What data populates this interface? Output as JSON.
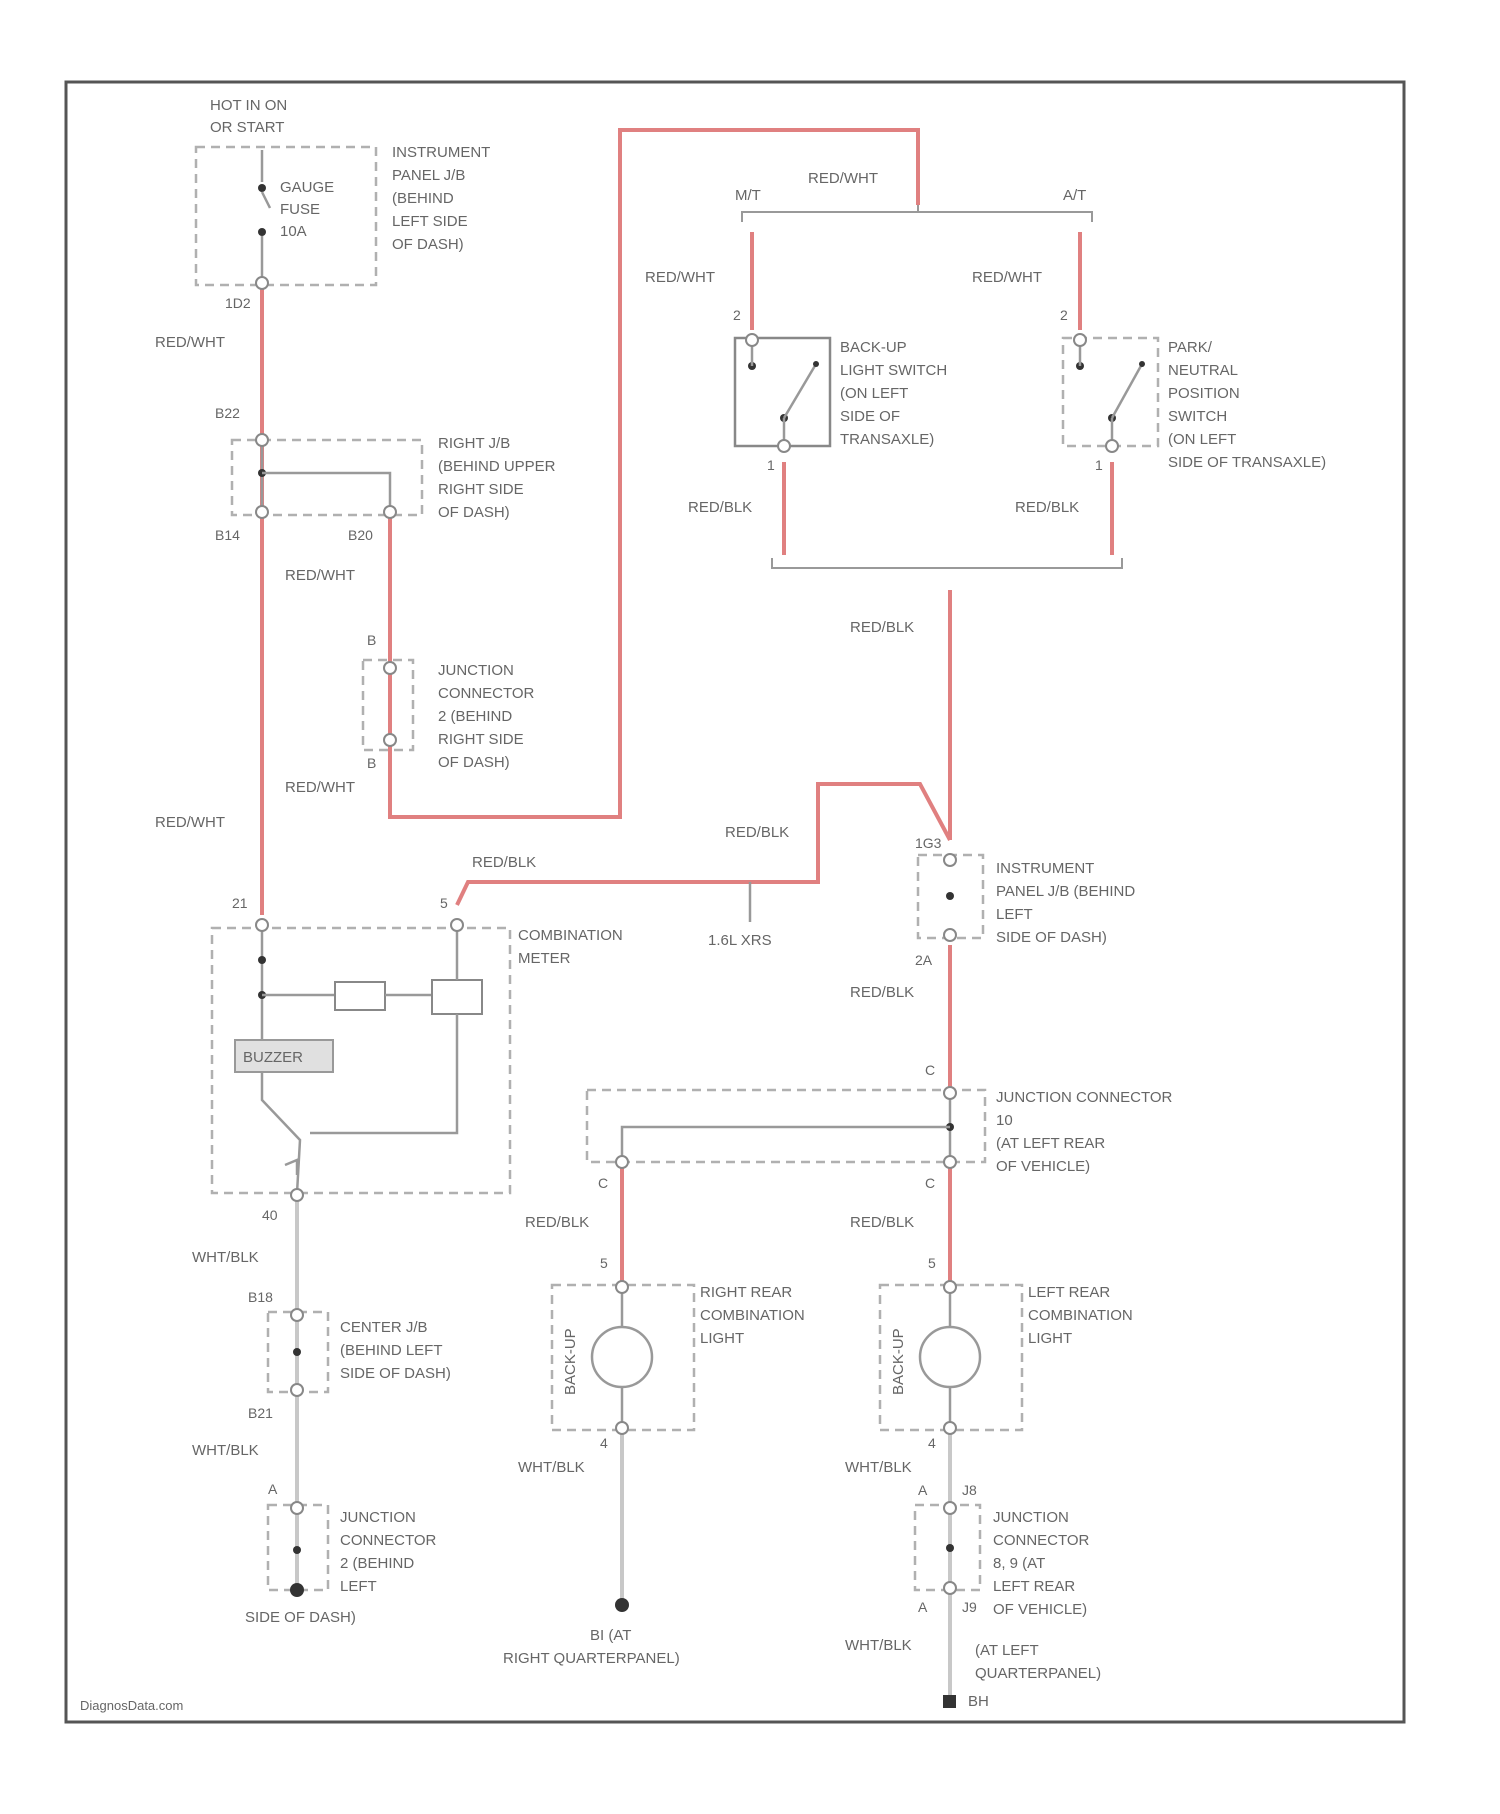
{
  "power_source": [
    "HOT IN ON",
    "OR START"
  ],
  "fuse_block": {
    "fuse": [
      "GAUGE",
      "FUSE",
      "10A"
    ],
    "location": [
      "INSTRUMENT",
      "PANEL J/B",
      "(BEHIND",
      "LEFT SIDE",
      "OF DASH)"
    ],
    "pin": "1D2"
  },
  "right_jb": {
    "location": [
      "RIGHT J/B",
      "(BEHIND UPPER",
      "RIGHT SIDE",
      "OF DASH)"
    ],
    "pin_top": "B22",
    "pin_left": "B14",
    "pin_right": "B20"
  },
  "junction_connector_2": {
    "location": [
      "JUNCTION",
      "CONNECTOR",
      "2 (BEHIND",
      "RIGHT SIDE",
      "OF DASH)"
    ],
    "pin_top": "B",
    "pin_bottom": "B"
  },
  "mt_at": {
    "mt": "M/T",
    "at": "A/T"
  },
  "backup_switch": {
    "location": [
      "BACK-UP",
      "LIGHT SWITCH",
      "(ON LEFT",
      "SIDE OF",
      "TRANSAXLE)"
    ],
    "pin_top": "2",
    "pin_bottom": "1"
  },
  "pn_switch": {
    "location": [
      "PARK/",
      "NEUTRAL",
      "POSITION",
      "SWITCH",
      "(ON LEFT",
      "SIDE OF TRANSAXLE)"
    ],
    "pin_top": "2",
    "pin_bottom": "1"
  },
  "ip_jb_2": {
    "location": [
      "INSTRUMENT",
      "PANEL J/B (BEHIND",
      "LEFT",
      "SIDE OF DASH)"
    ],
    "pin_top": "1G3",
    "pin_bottom": "2A"
  },
  "combination_meter": {
    "label": [
      "COMBINATION",
      "METER"
    ],
    "buzzer": "BUZZER",
    "pin_left": "21",
    "pin_right": "5",
    "pin_bottom": "40"
  },
  "note_1l": "1.6L XRS",
  "center_jb": {
    "location": [
      "CENTER J/B",
      "(BEHIND LEFT",
      "SIDE OF DASH)"
    ],
    "pin_top": "B18",
    "pin_bottom": "B21"
  },
  "jc2_lower": {
    "location": [
      "JUNCTION",
      "CONNECTOR",
      "2 (BEHIND",
      "LEFT",
      "SIDE OF DASH)"
    ],
    "pin": "A"
  },
  "jc10": {
    "location": [
      "JUNCTION CONNECTOR",
      "10",
      "(AT LEFT REAR",
      "OF VEHICLE)"
    ],
    "pin_top": "C",
    "pin_left": "C",
    "pin_right": "C"
  },
  "right_rear_light": {
    "location": [
      "RIGHT REAR",
      "COMBINATION",
      "LIGHT"
    ],
    "bulb": "BACK-UP",
    "pin_top": "5",
    "pin_bottom": "4"
  },
  "left_rear_light": {
    "location": [
      "LEFT REAR",
      "COMBINATION",
      "LIGHT"
    ],
    "bulb": "BACK-UP",
    "pin_top": "5",
    "pin_bottom": "4"
  },
  "jc8": {
    "location": [
      "JUNCTION",
      "CONNECTOR",
      "8, 9 (AT",
      "LEFT REAR",
      "OF VEHICLE)"
    ],
    "pin_top_a": "A",
    "pin_top_b": "J8",
    "pin_bottom_a": "A",
    "pin_bottom_b": "J9"
  },
  "grounds": {
    "left": "SIDE OF DASH)",
    "middle": [
      "BI (AT",
      "RIGHT QUARTERPANEL)"
    ],
    "right": [
      "(AT LEFT",
      "QUARTERPANEL)"
    ],
    "right_tag": "BH"
  },
  "wire_labels": {
    "red_wht": "RED/WHT",
    "red_blk": "RED/BLK",
    "wht_blk": "WHT/BLK"
  },
  "watermark": "DiagnosData.com",
  "colors": {
    "wire_red": "#e08080",
    "wire_gray": "#c8c8c8",
    "border": "#555555",
    "dashed_box": "#b0b0b0"
  }
}
